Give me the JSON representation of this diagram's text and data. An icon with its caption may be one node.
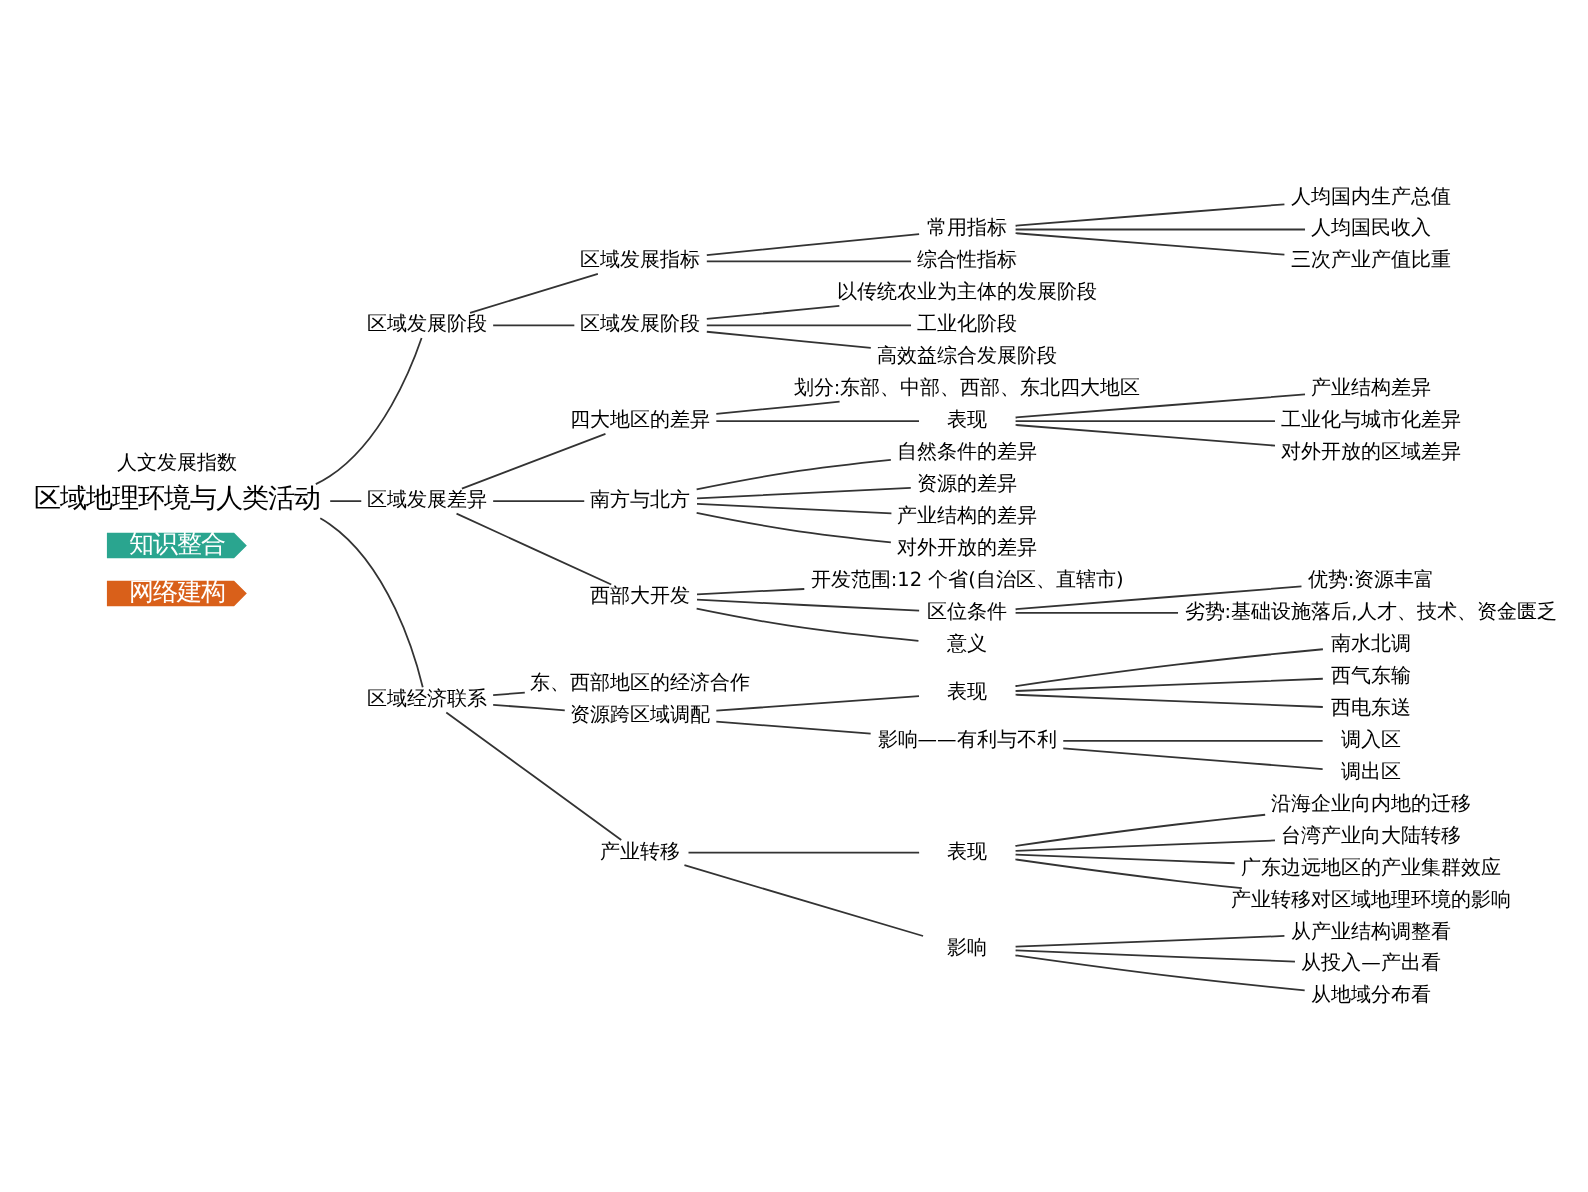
{
  "diagram": {
    "nodes": [
      {
        "text": [
          "网络建构"
        ]
      },
      {
        "text": [
          "知识整合"
        ]
      },
      {
        "text": [
          "区域地理环境与人类活动"
        ]
      },
      {
        "text": [
          "区域发展阶段"
        ]
      },
      {
        "text": [
          "区域发展指标"
        ]
      },
      {
        "text": [
          "常用指标"
        ]
      },
      {
        "text": [
          "人均国内生产总值"
        ]
      },
      {
        "text": [
          "人均国民收入"
        ]
      },
      {
        "text": [
          "三次产业产值比重"
        ]
      },
      {
        "text": [
          "综合性指标"
        ]
      },
      {
        "text": [
          "区域发展阶段"
        ]
      },
      {
        "text": [
          "以传统农业为主体的发展阶段"
        ]
      },
      {
        "text": [
          "工业化阶段"
        ]
      },
      {
        "text": [
          "高效益综合发展阶段"
        ]
      },
      {
        "text": [
          "区域发展差异"
        ]
      },
      {
        "text": [
          "四大地区的差异"
        ]
      },
      {
        "text": [
          "划分:东部、中部、西部、东北四大地区"
        ]
      },
      {
        "text": [
          "表现"
        ]
      },
      {
        "text": [
          "产业结构差异"
        ]
      },
      {
        "text": [
          "工业化与城市化差异"
        ]
      },
      {
        "text": [
          "对外开放的区域差异"
        ]
      },
      {
        "text": [
          "南方与北方"
        ]
      },
      {
        "text": [
          "自然条件的差异"
        ]
      },
      {
        "text": [
          "资源的差异"
        ]
      },
      {
        "text": [
          "产业结构的差异"
        ]
      },
      {
        "text": [
          "对外开放的差异"
        ]
      },
      {
        "text": [
          "西部大开发"
        ]
      },
      {
        "text": [
          "开发范围:12 个省(自治区、直辖市)"
        ]
      },
      {
        "text": [
          "区位条件"
        ]
      },
      {
        "text": [
          "优势:资源丰富"
        ]
      },
      {
        "text": [
          "劣势:基础设施落后,人才、技术、资金匮乏"
        ]
      },
      {
        "text": [
          "意义"
        ]
      },
      {
        "text": [
          "区域经济联系"
        ]
      },
      {
        "text": [
          "东、西部地区的经济合作"
        ]
      },
      {
        "text": [
          "资源跨区域调配"
        ]
      },
      {
        "text": [
          "表现"
        ]
      },
      {
        "text": [
          "南水北调"
        ]
      },
      {
        "text": [
          "西气东输"
        ]
      },
      {
        "text": [
          "西电东送"
        ]
      },
      {
        "text": [
          "影响——有利与不利"
        ]
      },
      {
        "text": [
          "调入区"
        ]
      },
      {
        "text": [
          "调出区"
        ]
      },
      {
        "text": [
          "产业转移"
        ]
      },
      {
        "text": [
          "表现"
        ]
      },
      {
        "text": [
          "沿海企业向内地的迁移"
        ]
      },
      {
        "text": [
          "台湾产业向大陆转移"
        ]
      },
      {
        "text": [
          "广东边远地区的产业集群效应"
        ]
      },
      {
        "text": [
          "产业转移对区域地理环境的影响"
        ]
      },
      {
        "text": [
          "影响"
        ]
      },
      {
        "text": [
          "从产业结构调整看"
        ]
      },
      {
        "text": [
          "从投入—产出看"
        ]
      },
      {
        "text": [
          "从地域分布看"
        ]
      }
    ],
    "edges": [
      {
        "from": 2,
        "to": 3,
        "arrow": "none"
      },
      {
        "from": 3,
        "to": 4,
        "arrow": "none"
      },
      {
        "from": 4,
        "to": 5,
        "arrow": "none"
      },
      {
        "from": 5,
        "to": 6,
        "arrow": "none"
      },
      {
        "from": 5,
        "to": 7,
        "arrow": "none"
      },
      {
        "from": 5,
        "to": 8,
        "arrow": "none"
      },
      {
        "from": 4,
        "to": 9,
        "arrow": "none"
      },
      {
        "from": 3,
        "to": 10,
        "arrow": "none"
      },
      {
        "from": 10,
        "to": 11,
        "arrow": "none"
      },
      {
        "from": 10,
        "to": 12,
        "arrow": "none"
      },
      {
        "from": 10,
        "to": 13,
        "arrow": "none"
      },
      {
        "from": 2,
        "to": 14,
        "arrow": "none"
      },
      {
        "from": 14,
        "to": 15,
        "arrow": "none"
      },
      {
        "from": 15,
        "to": 16,
        "arrow": "none"
      },
      {
        "from": 15,
        "to": 17,
        "arrow": "none"
      },
      {
        "from": 17,
        "to": 18,
        "arrow": "none"
      },
      {
        "from": 17,
        "to": 19,
        "arrow": "none"
      },
      {
        "from": 17,
        "to": 20,
        "arrow": "none"
      },
      {
        "from": 14,
        "to": 21,
        "arrow": "none"
      },
      {
        "from": 21,
        "to": 22,
        "arrow": "none"
      },
      {
        "from": 21,
        "to": 23,
        "arrow": "none"
      },
      {
        "from": 21,
        "to": 24,
        "arrow": "none"
      },
      {
        "from": 21,
        "to": 25,
        "arrow": "none"
      },
      {
        "from": 14,
        "to": 26,
        "arrow": "none"
      },
      {
        "from": 26,
        "to": 27,
        "arrow": "none"
      },
      {
        "from": 26,
        "to": 28,
        "arrow": "none"
      },
      {
        "from": 28,
        "to": 29,
        "arrow": "none"
      },
      {
        "from": 28,
        "to": 30,
        "arrow": "none"
      },
      {
        "from": 26,
        "to": 31,
        "arrow": "none"
      },
      {
        "from": 2,
        "to": 32,
        "arrow": "none"
      },
      {
        "from": 32,
        "to": 33,
        "arrow": "none"
      },
      {
        "from": 32,
        "to": 34,
        "arrow": "none"
      },
      {
        "from": 34,
        "to": 35,
        "arrow": "none"
      },
      {
        "from": 35,
        "to": 36,
        "arrow": "none"
      },
      {
        "from": 35,
        "to": 37,
        "arrow": "none"
      },
      {
        "from": 35,
        "to": 38,
        "arrow": "none"
      },
      {
        "from": 34,
        "to": 39,
        "arrow": "none"
      },
      {
        "from": 39,
        "to": 40,
        "arrow": "none"
      },
      {
        "from": 39,
        "to": 41,
        "arrow": "none"
      },
      {
        "from": 32,
        "to": 42,
        "arrow": "none"
      },
      {
        "from": 42,
        "to": 43,
        "arrow": "none"
      },
      {
        "from": 43,
        "to": 44,
        "arrow": "none"
      },
      {
        "from": 43,
        "to": 45,
        "arrow": "none"
      },
      {
        "from": 43,
        "to": 46,
        "arrow": "none"
      },
      {
        "from": 43,
        "to": 47,
        "arrow": "none"
      },
      {
        "from": 42,
        "to": 48,
        "arrow": "none"
      },
      {
        "from": 48,
        "to": 49,
        "arrow": "none"
      },
      {
        "from": 48,
        "to": 50,
        "arrow": "none"
      },
      {
        "from": 48,
        "to": 51,
        "arrow": "none"
      }
    ],
    "labels": [
      "人文发展指数"
    ]
  }
}
